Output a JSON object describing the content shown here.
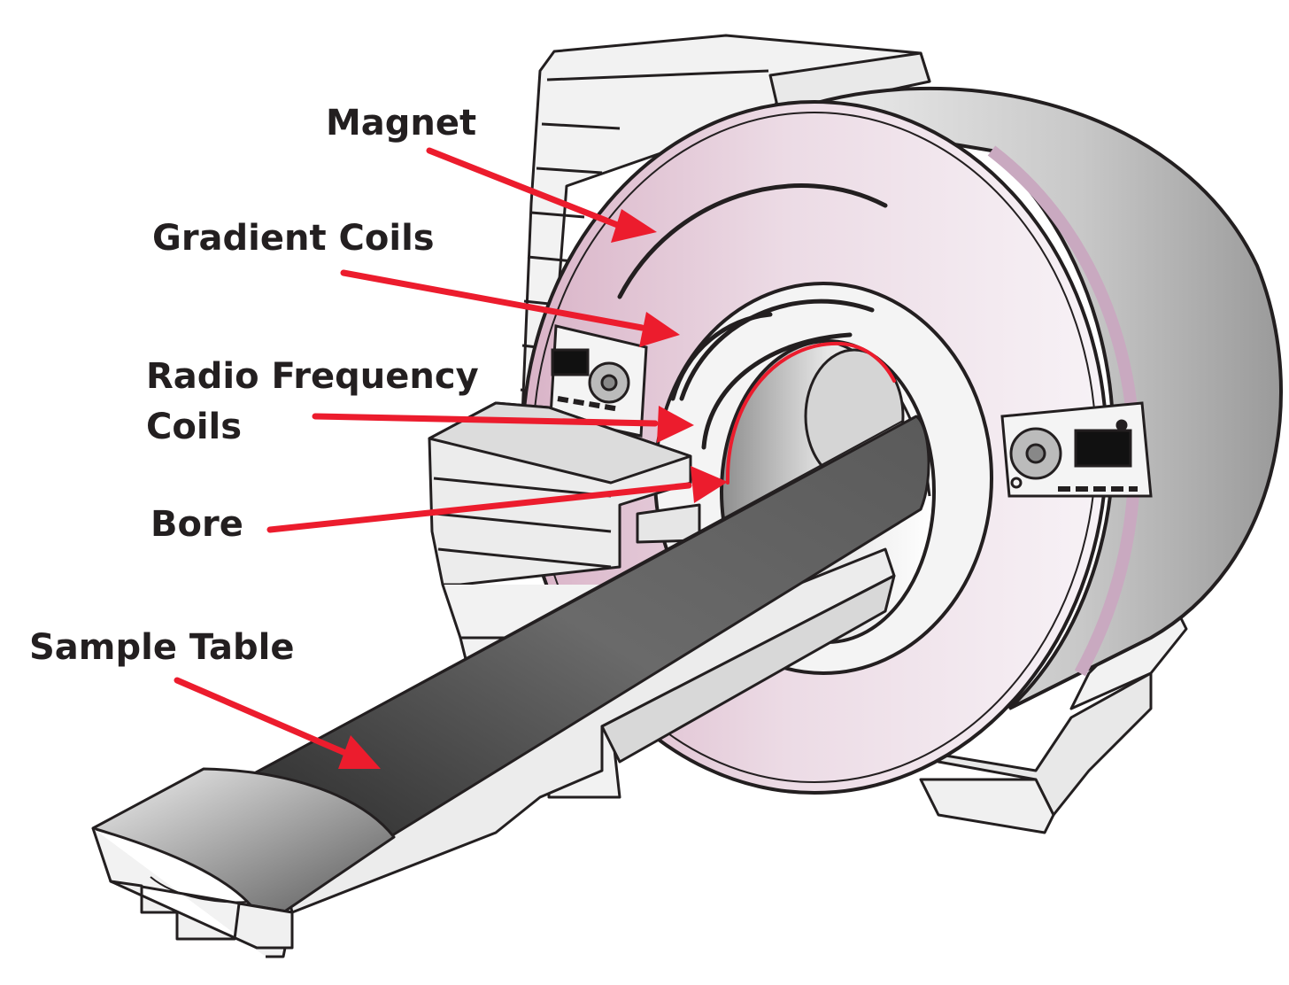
{
  "labels": {
    "magnet": "Magnet",
    "gradient_coils": "Gradient Coils",
    "rf_coils_line1": "Radio Frequency",
    "rf_coils_line2": "Coils",
    "bore": "Bore",
    "sample_table": "Sample Table"
  },
  "colors": {
    "arrow": "#ec1c2d",
    "outline": "#231f20",
    "magnet_tint": "#e6c7d6",
    "table_dark": "#555555",
    "panel_light": "#f2f2f2"
  },
  "icons": [
    "control-pad-icon",
    "display-screen-icon"
  ]
}
